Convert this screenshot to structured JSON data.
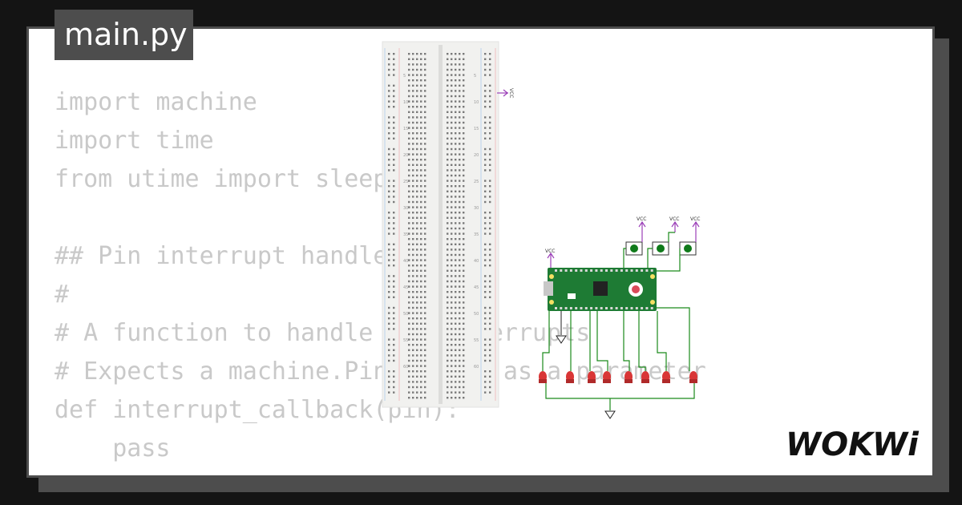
{
  "editor": {
    "file_tab": "main.py",
    "code_lines": [
      "import machine",
      "import time",
      "from utime import sleep",
      "",
      "## Pin interrupt handler",
      "#",
      "# A function to handle pin interrupts",
      "# Expects a machine.Pin object as a parameter",
      "def interrupt_callback(pin):",
      "    pass"
    ]
  },
  "circuit": {
    "vcc_labels": [
      "VCC",
      "VCC",
      "VCC",
      "VCC",
      "VCC"
    ],
    "breadboard_row_numbers": [
      "5",
      "10",
      "15",
      "20",
      "25",
      "30",
      "35",
      "40",
      "45",
      "50",
      "55",
      "60"
    ],
    "led_count": 8,
    "button_count": 3,
    "colors": {
      "wire": "#1a8a1a",
      "pico_board": "#1e7b34",
      "led": "#d93636",
      "button_cap": "#0f7a1a",
      "vcc": "#9b3fb8",
      "breadboard": "#f1f1ef"
    }
  },
  "brand": {
    "logo_text": "WOKWi"
  }
}
